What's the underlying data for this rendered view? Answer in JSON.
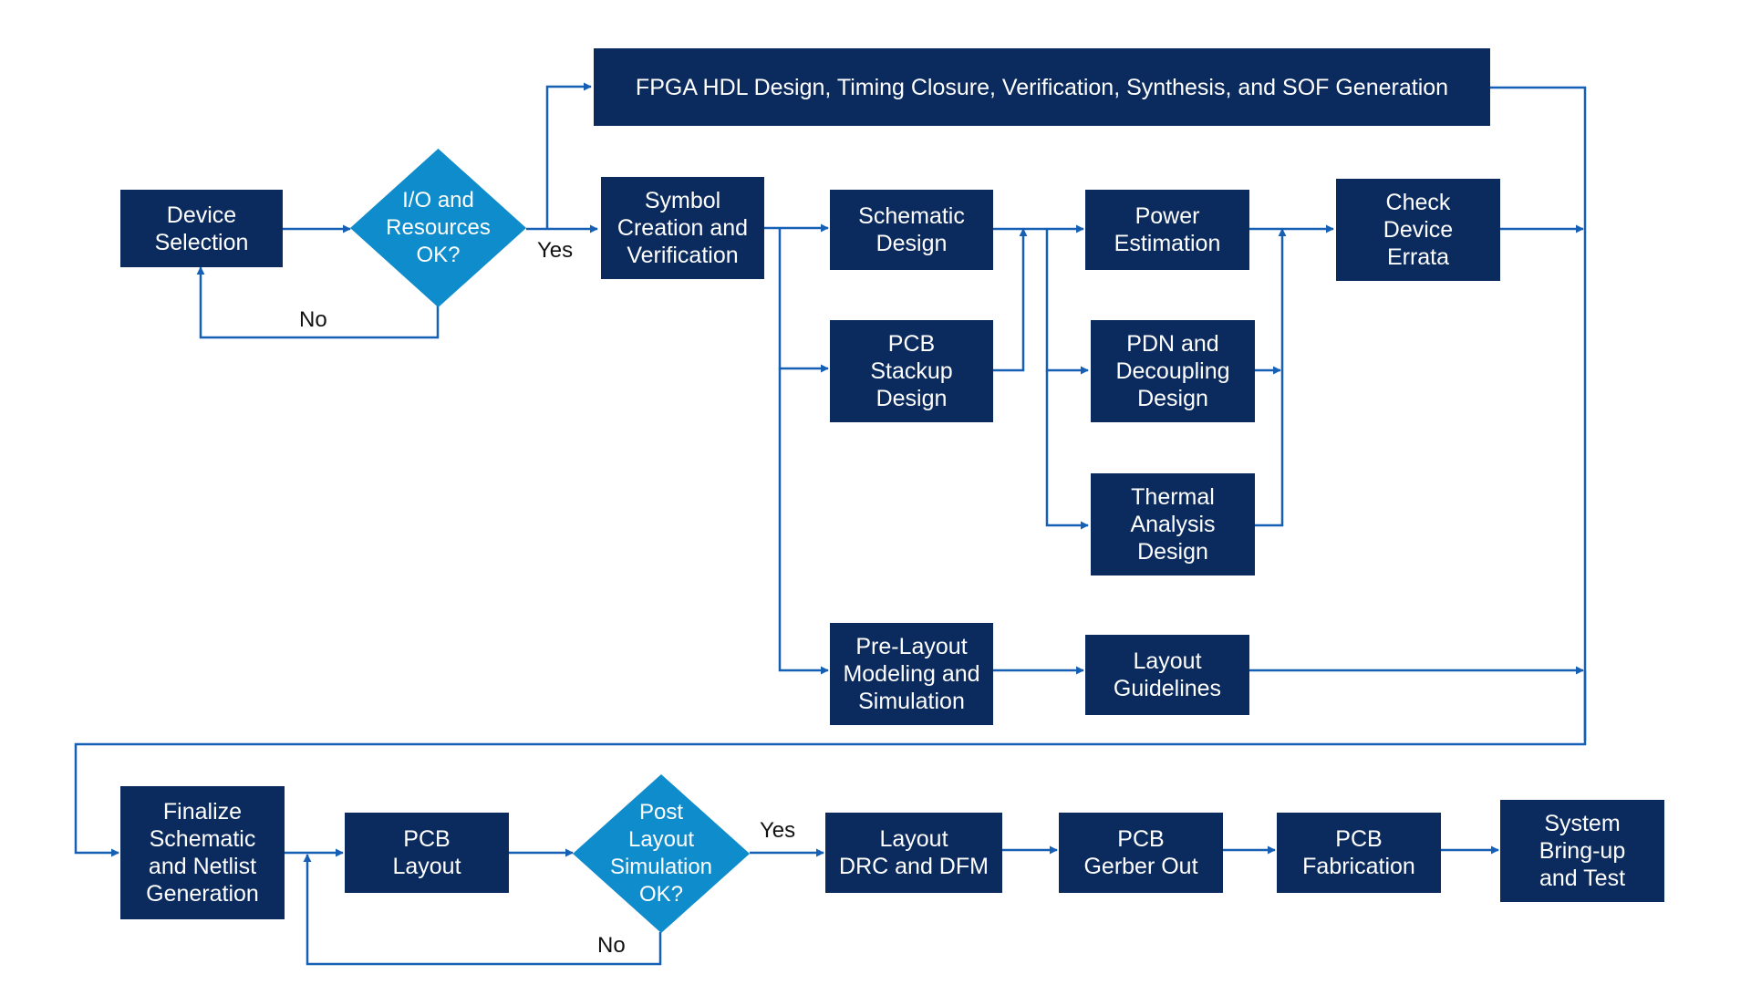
{
  "colors": {
    "box": "#0b2b5e",
    "decision": "#0f8ccc",
    "line": "#1560b5",
    "text": "#ffffff"
  },
  "nodes": {
    "device_selection": "Device\nSelection",
    "io_ok": "I/O and\nResources\nOK?",
    "fpga_hdl": "FPGA HDL Design, Timing Closure, Verification, Synthesis, and SOF Generation",
    "symbol_creation": "Symbol\nCreation and\nVerification",
    "schematic_design": "Schematic\nDesign",
    "pcb_stackup": "PCB\nStackup\nDesign",
    "power_estimation": "Power\nEstimation",
    "pdn_decoupling": "PDN and\nDecoupling\nDesign",
    "thermal_analysis": "Thermal\nAnalysis\nDesign",
    "check_errata": "Check\nDevice\nErrata",
    "prelayout_sim": "Pre-Layout\nModeling and\nSimulation",
    "layout_guidelines": "Layout\nGuidelines",
    "finalize_schematic": "Finalize\nSchematic\nand Netlist\nGeneration",
    "pcb_layout": "PCB\nLayout",
    "post_layout_ok": "Post\nLayout\nSimulation\nOK?",
    "layout_drc": "Layout\nDRC and DFM",
    "gerber_out": "PCB\nGerber Out",
    "pcb_fab": "PCB\nFabrication",
    "bringup": "System\nBring-up\nand Test"
  },
  "labels": {
    "yes_1": "Yes",
    "no_1": "No",
    "yes_2": "Yes",
    "no_2": "No"
  }
}
